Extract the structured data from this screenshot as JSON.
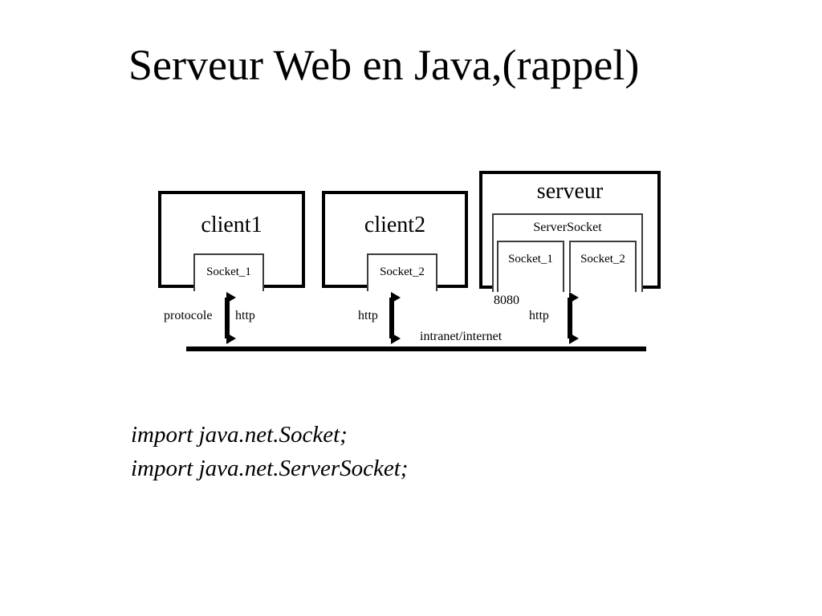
{
  "slide": {
    "title": "Serveur Web en Java,(rappel)",
    "background_color": "#ffffff",
    "ink_color": "#000000"
  },
  "diagram": {
    "type": "network-architecture",
    "nodes": [
      {
        "id": "client1",
        "title": "client1",
        "socket_label": "Socket_1"
      },
      {
        "id": "client2",
        "title": "client2",
        "socket_label": "Socket_2"
      },
      {
        "id": "server",
        "title": "serveur",
        "serversocket_label": "ServerSocket",
        "socket_1_label": "Socket_1",
        "socket_2_label": "Socket_2",
        "port": "8080"
      }
    ],
    "labels": {
      "protocole": "protocole",
      "http_client1": "http",
      "http_client2": "http",
      "http_server": "http",
      "port": "8080",
      "network": "intranet/internet"
    }
  },
  "code": {
    "lines": [
      "import java.net.Socket;",
      "import java.net.ServerSocket;"
    ],
    "line_1": "import java.net.Socket;",
    "line_2": "import java.net.ServerSocket;"
  }
}
